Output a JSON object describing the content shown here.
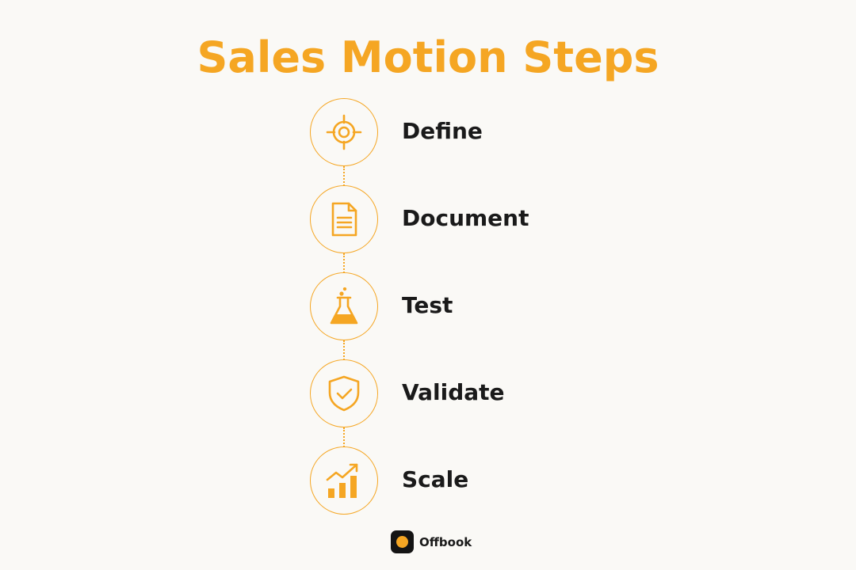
{
  "title": "Sales Motion Steps",
  "colors": {
    "accent": "#f5a623",
    "text": "#1a1a1a",
    "background": "#faf9f6"
  },
  "steps": [
    {
      "label": "Define",
      "icon": "target-icon"
    },
    {
      "label": "Document",
      "icon": "document-icon"
    },
    {
      "label": "Test",
      "icon": "flask-icon"
    },
    {
      "label": "Validate",
      "icon": "shield-check-icon"
    },
    {
      "label": "Scale",
      "icon": "growth-chart-icon"
    }
  ],
  "brand": {
    "name": "Offbook",
    "icon": "offbook-logo"
  }
}
